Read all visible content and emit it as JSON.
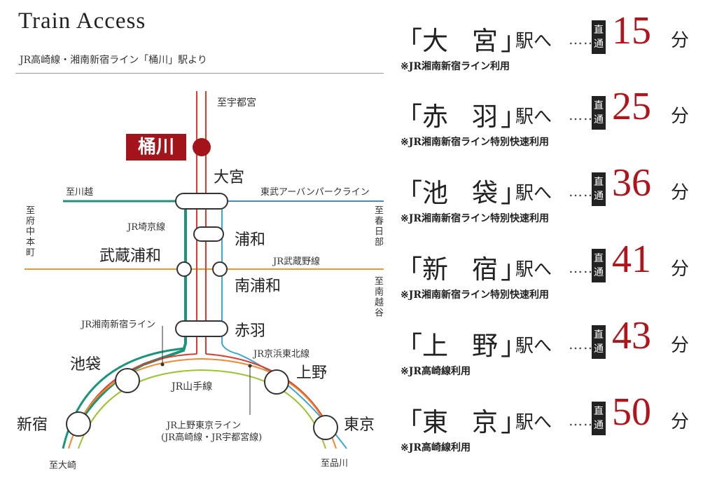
{
  "title": "Train Access",
  "subtitle": "JR高崎線・湘南新宿ライン「桶川」駅より",
  "origin_station": "桶川",
  "stations": {
    "omiya": "大宮",
    "urawa": "浦和",
    "musashi_urawa": "武蔵浦和",
    "minami_urawa": "南浦和",
    "akabane": "赤羽",
    "ikebukuro": "池袋",
    "shinjuku": "新宿",
    "ueno": "上野",
    "tokyo": "東京"
  },
  "line_labels": {
    "to_utsunomiya": "至宇都宮",
    "to_kawagoe": "至川越",
    "tobu_urban_park": "東武アーバンパークライン",
    "to_fuchu_honmachi": "至府中本町",
    "to_kasukabe": "至春日部",
    "jr_saikyo": "JR埼京線",
    "jr_musashino": "JR武蔵野線",
    "to_minami_koshigaya": "至南越谷",
    "jr_shonan_shinjuku": "JR湘南新宿ライン",
    "jr_keihin_tohoku": "JR京浜東北線",
    "jr_yamanote": "JR山手線",
    "jr_ueno_tokyo_1": "JR上野東京ライン",
    "jr_ueno_tokyo_2": "(JR高崎線・JR宇都宮線)",
    "to_omiya_south": "至大崎",
    "to_shinagawa": "至品川"
  },
  "line_colors": {
    "takasaki": "#e23a2a",
    "shonan_shinjuku": "#a3141b",
    "saikyo": "#18957b",
    "keihin_tohoku": "#3ba6d8",
    "tobu": "#3b8fd0",
    "kawagoe": "#18957b",
    "musashino": "#f0962a",
    "yamanote": "#9bc530",
    "ueno_tokyo": "#f08a2c"
  },
  "routes": [
    {
      "name": "大",
      "name2": "宮",
      "minutes": "15",
      "unit": "分",
      "note": "※JR湘南新宿ライン利用"
    },
    {
      "name": "赤",
      "name2": "羽",
      "minutes": "25",
      "unit": "分",
      "note": "※JR湘南新宿ライン特別快速利用"
    },
    {
      "name": "池",
      "name2": "袋",
      "minutes": "36",
      "unit": "分",
      "note": "※JR湘南新宿ライン特別快速利用"
    },
    {
      "name": "新",
      "name2": "宿",
      "minutes": "41",
      "unit": "分",
      "note": "※JR湘南新宿ライン特別快速利用"
    },
    {
      "name": "上",
      "name2": "野",
      "minutes": "43",
      "unit": "分",
      "note": "※JR高崎線利用"
    },
    {
      "name": "東",
      "name2": "京",
      "minutes": "50",
      "unit": "分",
      "note": "※JR高崎線利用"
    }
  ],
  "route_text": {
    "open": "「",
    "close": "」",
    "eki": "駅へ",
    "dots": "……",
    "direct": "直通"
  }
}
